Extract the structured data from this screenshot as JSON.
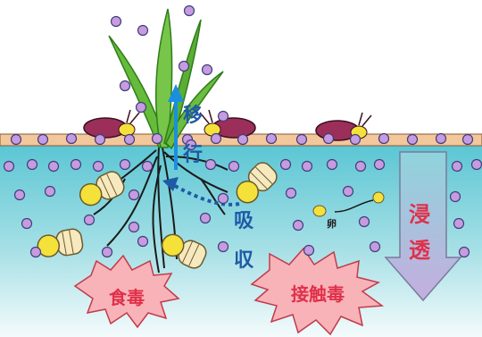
{
  "labels": {
    "translocation": [
      "移",
      "行"
    ],
    "absorption": [
      "吸",
      "収"
    ],
    "egg": "卵",
    "infiltration": [
      "浸",
      "透"
    ],
    "stomach_poison": "食毒",
    "contact_poison": "接触毒"
  },
  "colors": {
    "soil_top": "#5bc6d4",
    "soil_bottom": "#f4fbfc",
    "surface": "#f2c79c",
    "particle_fill": "#c79be0",
    "particle_stroke": "#3f3f7a",
    "leaf": "#66bb3b",
    "leaf_dark": "#2e7d1a",
    "blue_text": "#1e5aa6",
    "red_text": "#e0304a",
    "burst_fill": "#f8b3b8",
    "arrow_fill": "#b9a3d3",
    "grub_yellow": "#f4e13a",
    "beetle_body": "#9b2f5a"
  }
}
